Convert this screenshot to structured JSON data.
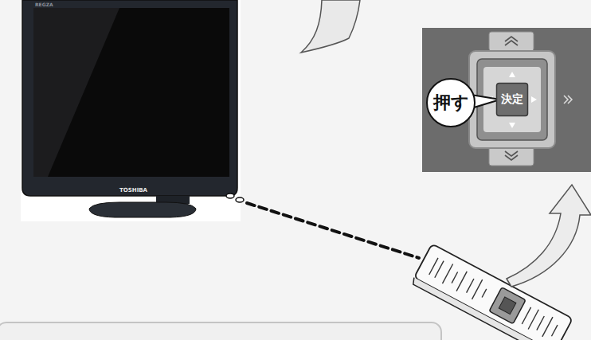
{
  "diagram": {
    "nodes": [
      {
        "text": [
          "押す"
        ]
      },
      {
        "text": [
          "決定"
        ]
      }
    ],
    "labels": [
      "REGZA",
      "TOSHIBA"
    ]
  }
}
